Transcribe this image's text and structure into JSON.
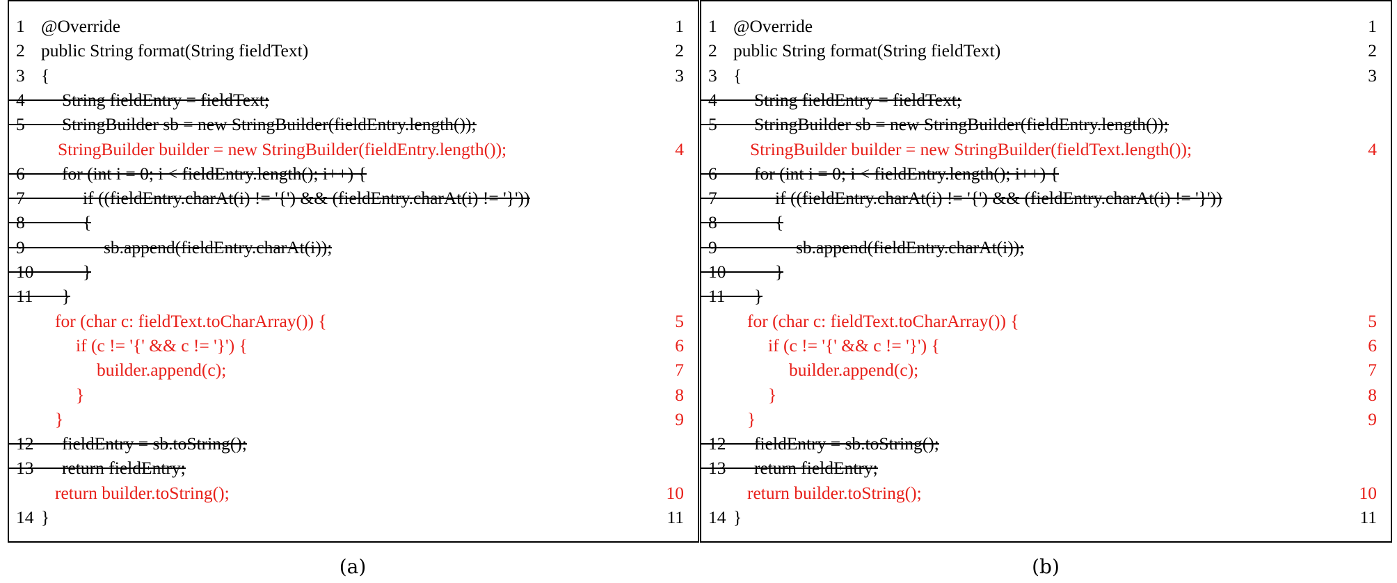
{
  "colors": {
    "added": "#e8201a",
    "text": "#000000",
    "border": "#000000"
  },
  "panels": [
    {
      "caption": "(a)",
      "lines": [
        {
          "left": "1",
          "code": "@Override",
          "right": "1",
          "type": "normal",
          "indent": 0
        },
        {
          "left": "2",
          "code": "public String format(String fieldText)",
          "right": "2",
          "type": "normal",
          "indent": 0
        },
        {
          "left": "3",
          "code": "{",
          "right": "3",
          "type": "normal",
          "indent": 0
        },
        {
          "left": "4",
          "code": "String fieldEntry = fieldText;",
          "right": "",
          "type": "removed",
          "indent": 1
        },
        {
          "left": "5",
          "code": "StringBuilder sb = new StringBuilder(fieldEntry.length());",
          "right": "",
          "type": "removed",
          "indent": 1
        },
        {
          "left": "",
          "code": "StringBuilder builder = new StringBuilder(fieldEntry.length());",
          "right": "4",
          "type": "added",
          "indent": 1
        },
        {
          "left": "6",
          "code": "for (int i = 0; i < fieldEntry.length(); i++) {",
          "right": "",
          "type": "removed",
          "indent": 1
        },
        {
          "left": "7",
          "code": "if ((fieldEntry.charAt(i) != '{') && (fieldEntry.charAt(i) != '}'))",
          "right": "",
          "type": "removed",
          "indent": 2
        },
        {
          "left": "8",
          "code": "{",
          "right": "",
          "type": "removed",
          "indent": 2
        },
        {
          "left": "9",
          "code": "sb.append(fieldEntry.charAt(i));",
          "right": "",
          "type": "removed",
          "indent": 3
        },
        {
          "left": "10",
          "code": "}",
          "right": "",
          "type": "removed",
          "indent": 2
        },
        {
          "left": "11",
          "code": "}",
          "right": "",
          "type": "removed",
          "indent": 1
        },
        {
          "left": "",
          "code": "for (char c: fieldText.toCharArray()) {",
          "right": "5",
          "type": "added",
          "indent": 1
        },
        {
          "left": "",
          "code": "if (c != '{' && c != '}') {",
          "right": "6",
          "type": "added",
          "indent": 2
        },
        {
          "left": "",
          "code": "builder.append(c);",
          "right": "7",
          "type": "added",
          "indent": 3
        },
        {
          "left": "",
          "code": "}",
          "right": "8",
          "type": "added",
          "indent": 2
        },
        {
          "left": "",
          "code": "}",
          "right": "9",
          "type": "added",
          "indent": 1
        },
        {
          "left": "12",
          "code": "fieldEntry = sb.toString();",
          "right": "",
          "type": "removed",
          "indent": 1
        },
        {
          "left": "13",
          "code": "return fieldEntry;",
          "right": "",
          "type": "removed",
          "indent": 1
        },
        {
          "left": "",
          "code": "return builder.toString();",
          "right": "10",
          "type": "added",
          "indent": 1
        },
        {
          "left": "14",
          "code": "}",
          "right": "11",
          "type": "normal",
          "indent": 0
        }
      ]
    },
    {
      "caption": "(b)",
      "lines": [
        {
          "left": "1",
          "code": "@Override",
          "right": "1",
          "type": "normal",
          "indent": 0
        },
        {
          "left": "2",
          "code": "public String format(String fieldText)",
          "right": "2",
          "type": "normal",
          "indent": 0
        },
        {
          "left": "3",
          "code": "{",
          "right": "3",
          "type": "normal",
          "indent": 0
        },
        {
          "left": "4",
          "code": "String fieldEntry = fieldText;",
          "right": "",
          "type": "removed",
          "indent": 1
        },
        {
          "left": "5",
          "code": "StringBuilder sb = new StringBuilder(fieldEntry.length());",
          "right": "",
          "type": "removed",
          "indent": 1
        },
        {
          "left": "",
          "code": "StringBuilder builder = new StringBuilder(fieldText.length());",
          "right": "4",
          "type": "added",
          "indent": 1
        },
        {
          "left": "6",
          "code": "for (int i = 0; i < fieldEntry.length(); i++) {",
          "right": "",
          "type": "removed",
          "indent": 1
        },
        {
          "left": "7",
          "code": "if ((fieldEntry.charAt(i) != '{') && (fieldEntry.charAt(i) != '}'))",
          "right": "",
          "type": "removed",
          "indent": 2
        },
        {
          "left": "8",
          "code": "{",
          "right": "",
          "type": "removed",
          "indent": 2
        },
        {
          "left": "9",
          "code": "sb.append(fieldEntry.charAt(i));",
          "right": "",
          "type": "removed",
          "indent": 3
        },
        {
          "left": "10",
          "code": "}",
          "right": "",
          "type": "removed",
          "indent": 2
        },
        {
          "left": "11",
          "code": "}",
          "right": "",
          "type": "removed",
          "indent": 1
        },
        {
          "left": "",
          "code": "for (char c: fieldText.toCharArray()) {",
          "right": "5",
          "type": "added",
          "indent": 1
        },
        {
          "left": "",
          "code": "if (c != '{' && c != '}') {",
          "right": "6",
          "type": "added",
          "indent": 2
        },
        {
          "left": "",
          "code": "builder.append(c);",
          "right": "7",
          "type": "added",
          "indent": 3
        },
        {
          "left": "",
          "code": "}",
          "right": "8",
          "type": "added",
          "indent": 2
        },
        {
          "left": "",
          "code": "}",
          "right": "9",
          "type": "added",
          "indent": 1
        },
        {
          "left": "12",
          "code": "fieldEntry = sb.toString();",
          "right": "",
          "type": "removed",
          "indent": 1
        },
        {
          "left": "13",
          "code": "return fieldEntry;",
          "right": "",
          "type": "removed",
          "indent": 1
        },
        {
          "left": "",
          "code": "return builder.toString();",
          "right": "10",
          "type": "added",
          "indent": 1
        },
        {
          "left": "14",
          "code": "}",
          "right": "11",
          "type": "normal",
          "indent": 0
        }
      ]
    }
  ]
}
